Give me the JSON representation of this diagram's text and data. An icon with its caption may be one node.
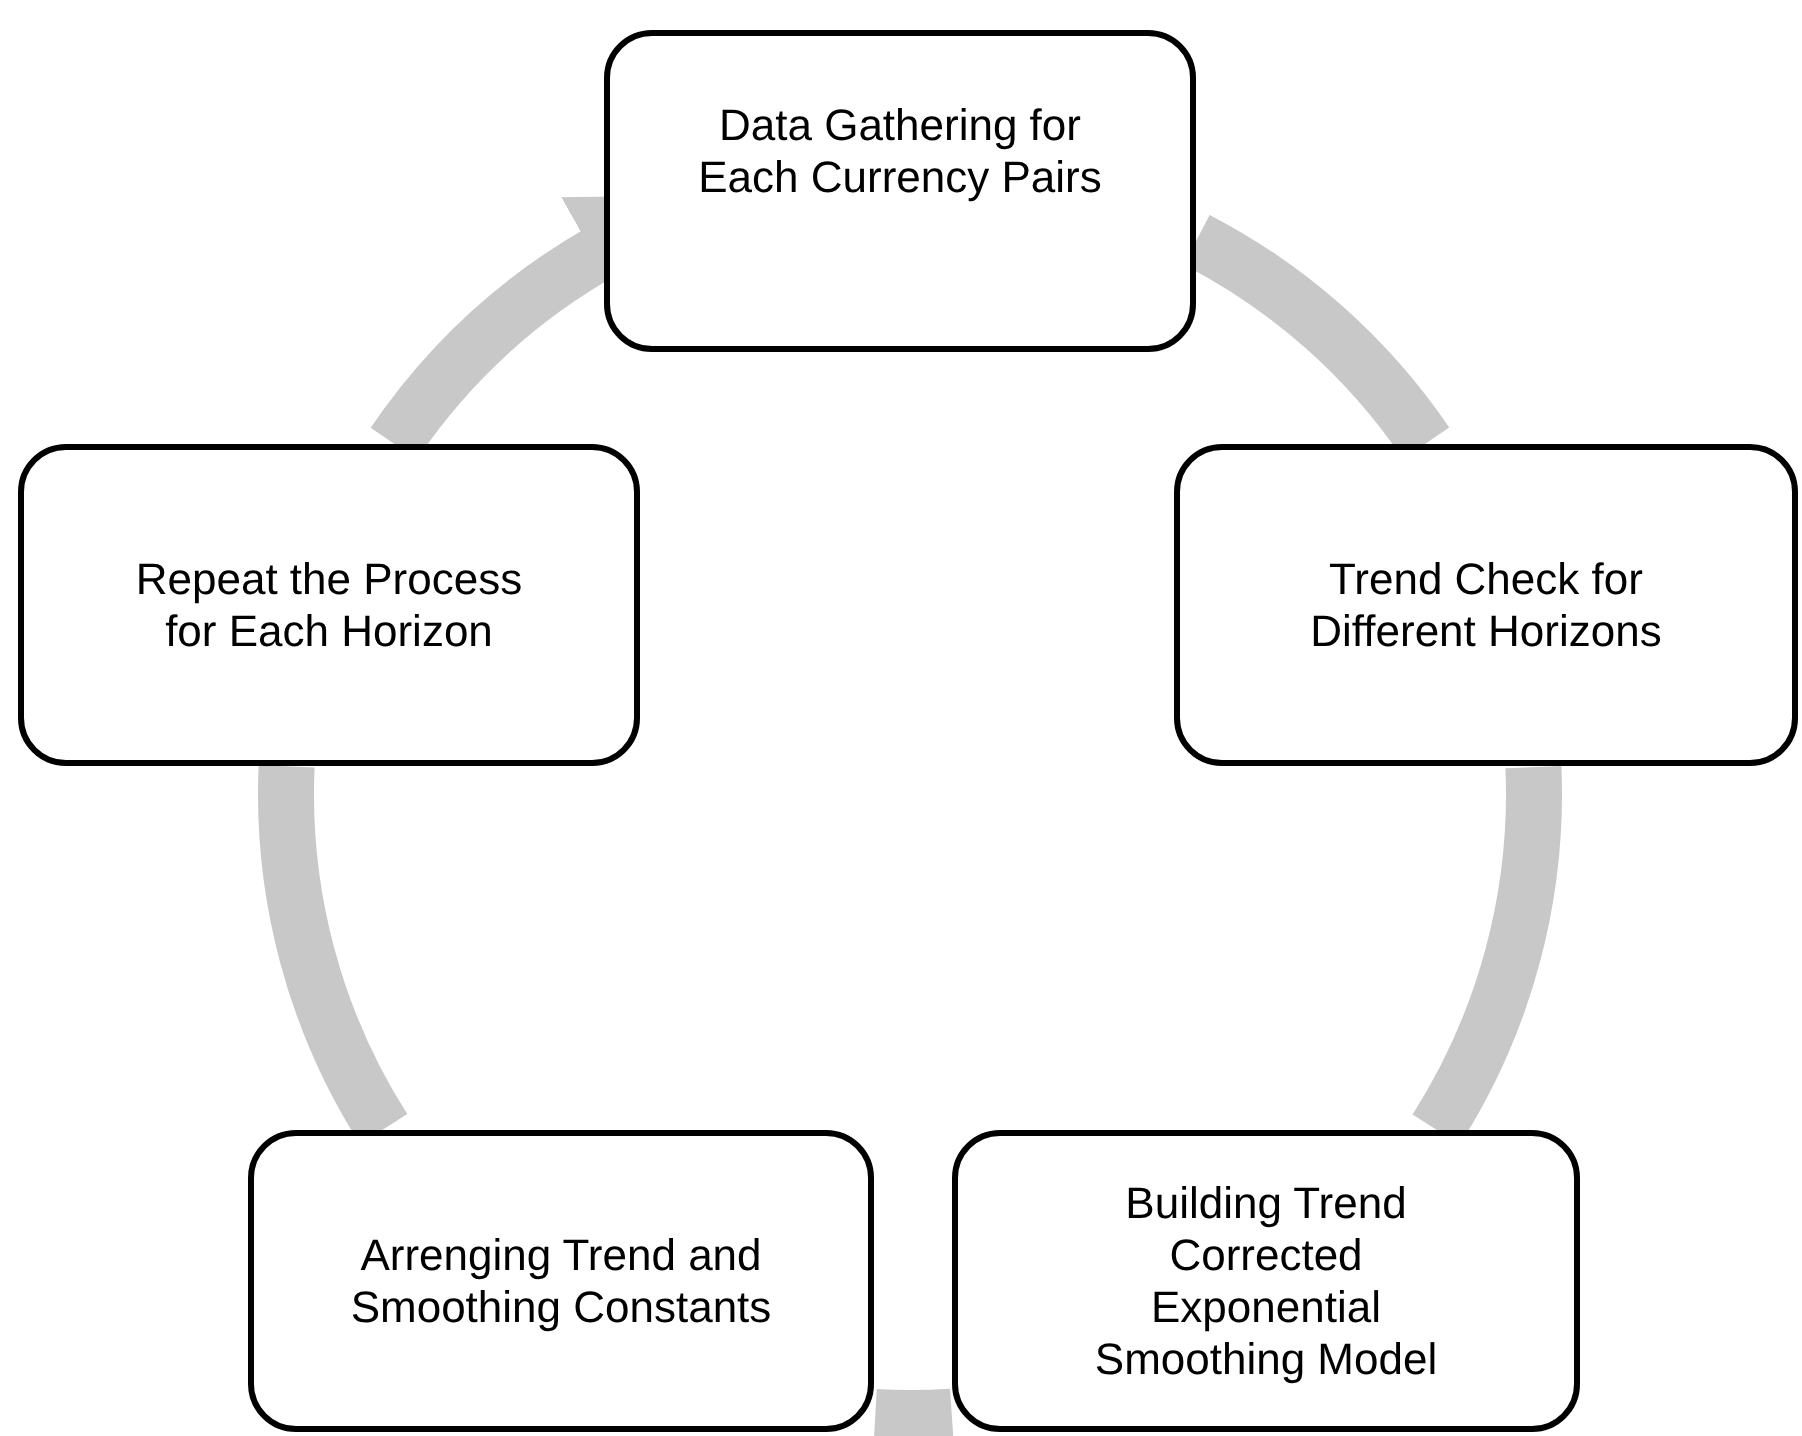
{
  "diagram": {
    "nodes": [
      {
        "text": [
          "Data Gathering for Each Currency Pairs"
        ]
      },
      {
        "text": [
          "Trend Check for Different Horizons"
        ]
      },
      {
        "text": [
          "Building Trend Corrected Exponential Smoothing Model"
        ]
      },
      {
        "text": [
          "Arrenging Trend and Smoothing Constants"
        ]
      },
      {
        "text": [
          "Repeat the Process for Each Horizon"
        ]
      }
    ],
    "edges": [
      {
        "from": 0,
        "to": 1,
        "arrow": "none"
      },
      {
        "from": 1,
        "to": 2,
        "arrow": "none"
      },
      {
        "from": 2,
        "to": 3,
        "arrow": "none"
      },
      {
        "from": 3,
        "to": 4,
        "arrow": "none"
      },
      {
        "from": 4,
        "to": 0,
        "arrow": "to"
      }
    ]
  }
}
